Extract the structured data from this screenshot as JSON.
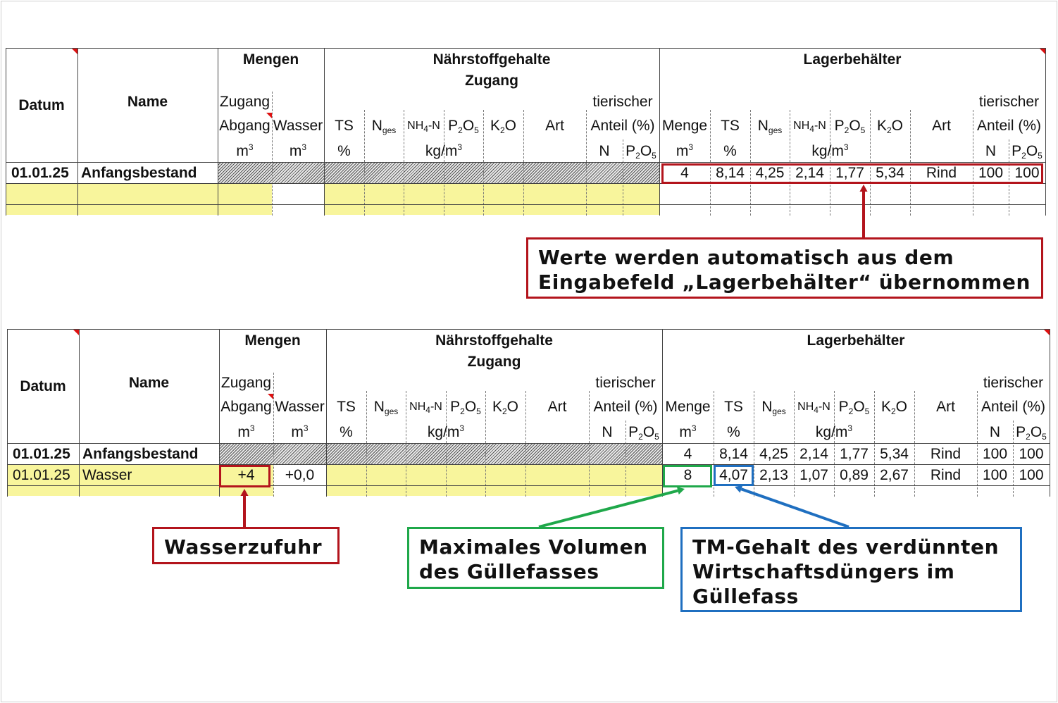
{
  "headers": {
    "datum": "Datum",
    "name": "Name",
    "mengen": "Mengen",
    "naehrstoff": "Nährstoffgehalte",
    "zugang_group": "Zugang",
    "lager": "Lagerbehälter",
    "zugang": "Zugang",
    "abgang": "Abgang",
    "wasser": "Wasser",
    "ts": "TS",
    "n_ges": [
      {
        "t": "N"
      },
      {
        "t": "ges",
        "sub": true
      }
    ],
    "nh4n": [
      {
        "t": "NH"
      },
      {
        "t": "4",
        "sub": true
      },
      {
        "t": "-N"
      }
    ],
    "p2o5": [
      {
        "t": "P"
      },
      {
        "t": "2",
        "sub": true
      },
      {
        "t": "O"
      },
      {
        "t": "5",
        "sub": true
      }
    ],
    "k2o": [
      {
        "t": "K"
      },
      {
        "t": "2",
        "sub": true
      },
      {
        "t": "O"
      }
    ],
    "art": "Art",
    "tierischer": "tierischer",
    "anteil": "Anteil (%)",
    "menge": "Menge",
    "n": "N",
    "m3": [
      {
        "t": "m"
      },
      {
        "t": "3",
        "sup": true
      }
    ],
    "percent": "%",
    "kgm3": [
      {
        "t": "kg/m"
      },
      {
        "t": "3",
        "sup": true
      }
    ]
  },
  "table1": {
    "rows": [
      {
        "datum": "01.01.25",
        "name": "Anfangsbestand",
        "lager": [
          "4",
          "8,14",
          "4,25",
          "2,14",
          "1,77",
          "5,34",
          "Rind",
          "100",
          "100"
        ]
      }
    ]
  },
  "table2": {
    "rows": [
      {
        "datum": "01.01.25",
        "name": "Anfangsbestand",
        "lager": [
          "4",
          "8,14",
          "4,25",
          "2,14",
          "1,77",
          "5,34",
          "Rind",
          "100",
          "100"
        ]
      },
      {
        "datum": "01.01.25",
        "name": "Wasser",
        "zugang": "+4",
        "wasser": "+0,0",
        "lager": [
          "8",
          "4,07",
          "2,13",
          "1,07",
          "0,89",
          "2,67",
          "Rind",
          "100",
          "100"
        ]
      }
    ]
  },
  "callouts": {
    "auto": [
      "Werte werden automatisch aus dem",
      "Eingabefeld „Lagerbehälter“ übernommen"
    ],
    "wasserzufuhr": [
      "Wasserzufuhr"
    ],
    "max_volumen": [
      "Maximales Volumen",
      "des Güllefasses"
    ],
    "tm_gehalt": [
      "TM-Gehalt des verdünnten",
      "Wirtschaftsdüngers im",
      "Güllefass"
    ]
  },
  "colors": {
    "red": "#b3141c",
    "green": "#1fa84a",
    "blue": "#1f6fc0",
    "yellow": "#f8f59c"
  }
}
